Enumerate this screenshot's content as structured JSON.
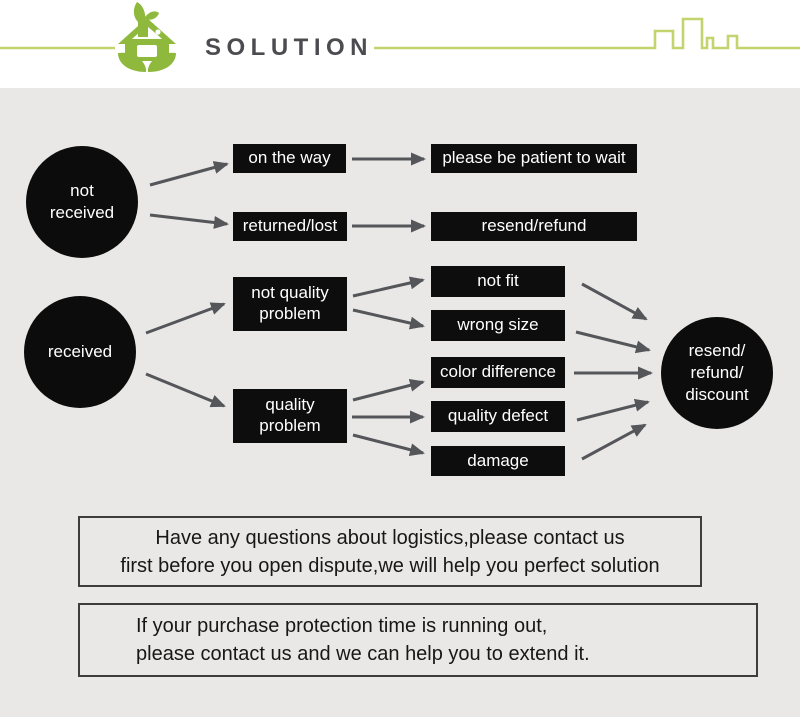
{
  "header": {
    "title": "SOLUTION",
    "icons": {
      "logo": "eco-house-logo",
      "right_decor": "city-skyline"
    }
  },
  "colors": {
    "logo_green": "#8eb93d",
    "line_green": "#c3d36d",
    "title_gray": "#4c4c50",
    "background_gray": "#e9e8e7",
    "node_black": "#0d0d0d",
    "arrow_gray": "#54565a",
    "note_border": "#3d3d3d"
  },
  "flowchart": {
    "not_received": {
      "label": "not\nreceived"
    },
    "received": {
      "label": "received"
    },
    "outcome": {
      "label": "resend/\nrefund/\ndiscount"
    },
    "on_the_way": {
      "label": "on the way"
    },
    "returned_lost": {
      "label": "returned/lost"
    },
    "be_patient": {
      "label": "please be patient to wait"
    },
    "resend_refund": {
      "label": "resend/refund"
    },
    "not_quality_problem": {
      "label": "not quality\nproblem"
    },
    "quality_problem": {
      "label": "quality\nproblem"
    },
    "not_fit": {
      "label": "not fit"
    },
    "wrong_size": {
      "label": "wrong size"
    },
    "color_difference": {
      "label": "color difference"
    },
    "quality_defect": {
      "label": "quality defect"
    },
    "damage": {
      "label": "damage"
    }
  },
  "notes": {
    "logistics": "Have any questions about logistics,please contact us\nfirst before you open dispute,we will help you perfect solution",
    "protection": "If your purchase protection time is running out,\nplease contact us and we can help you to extend it."
  }
}
